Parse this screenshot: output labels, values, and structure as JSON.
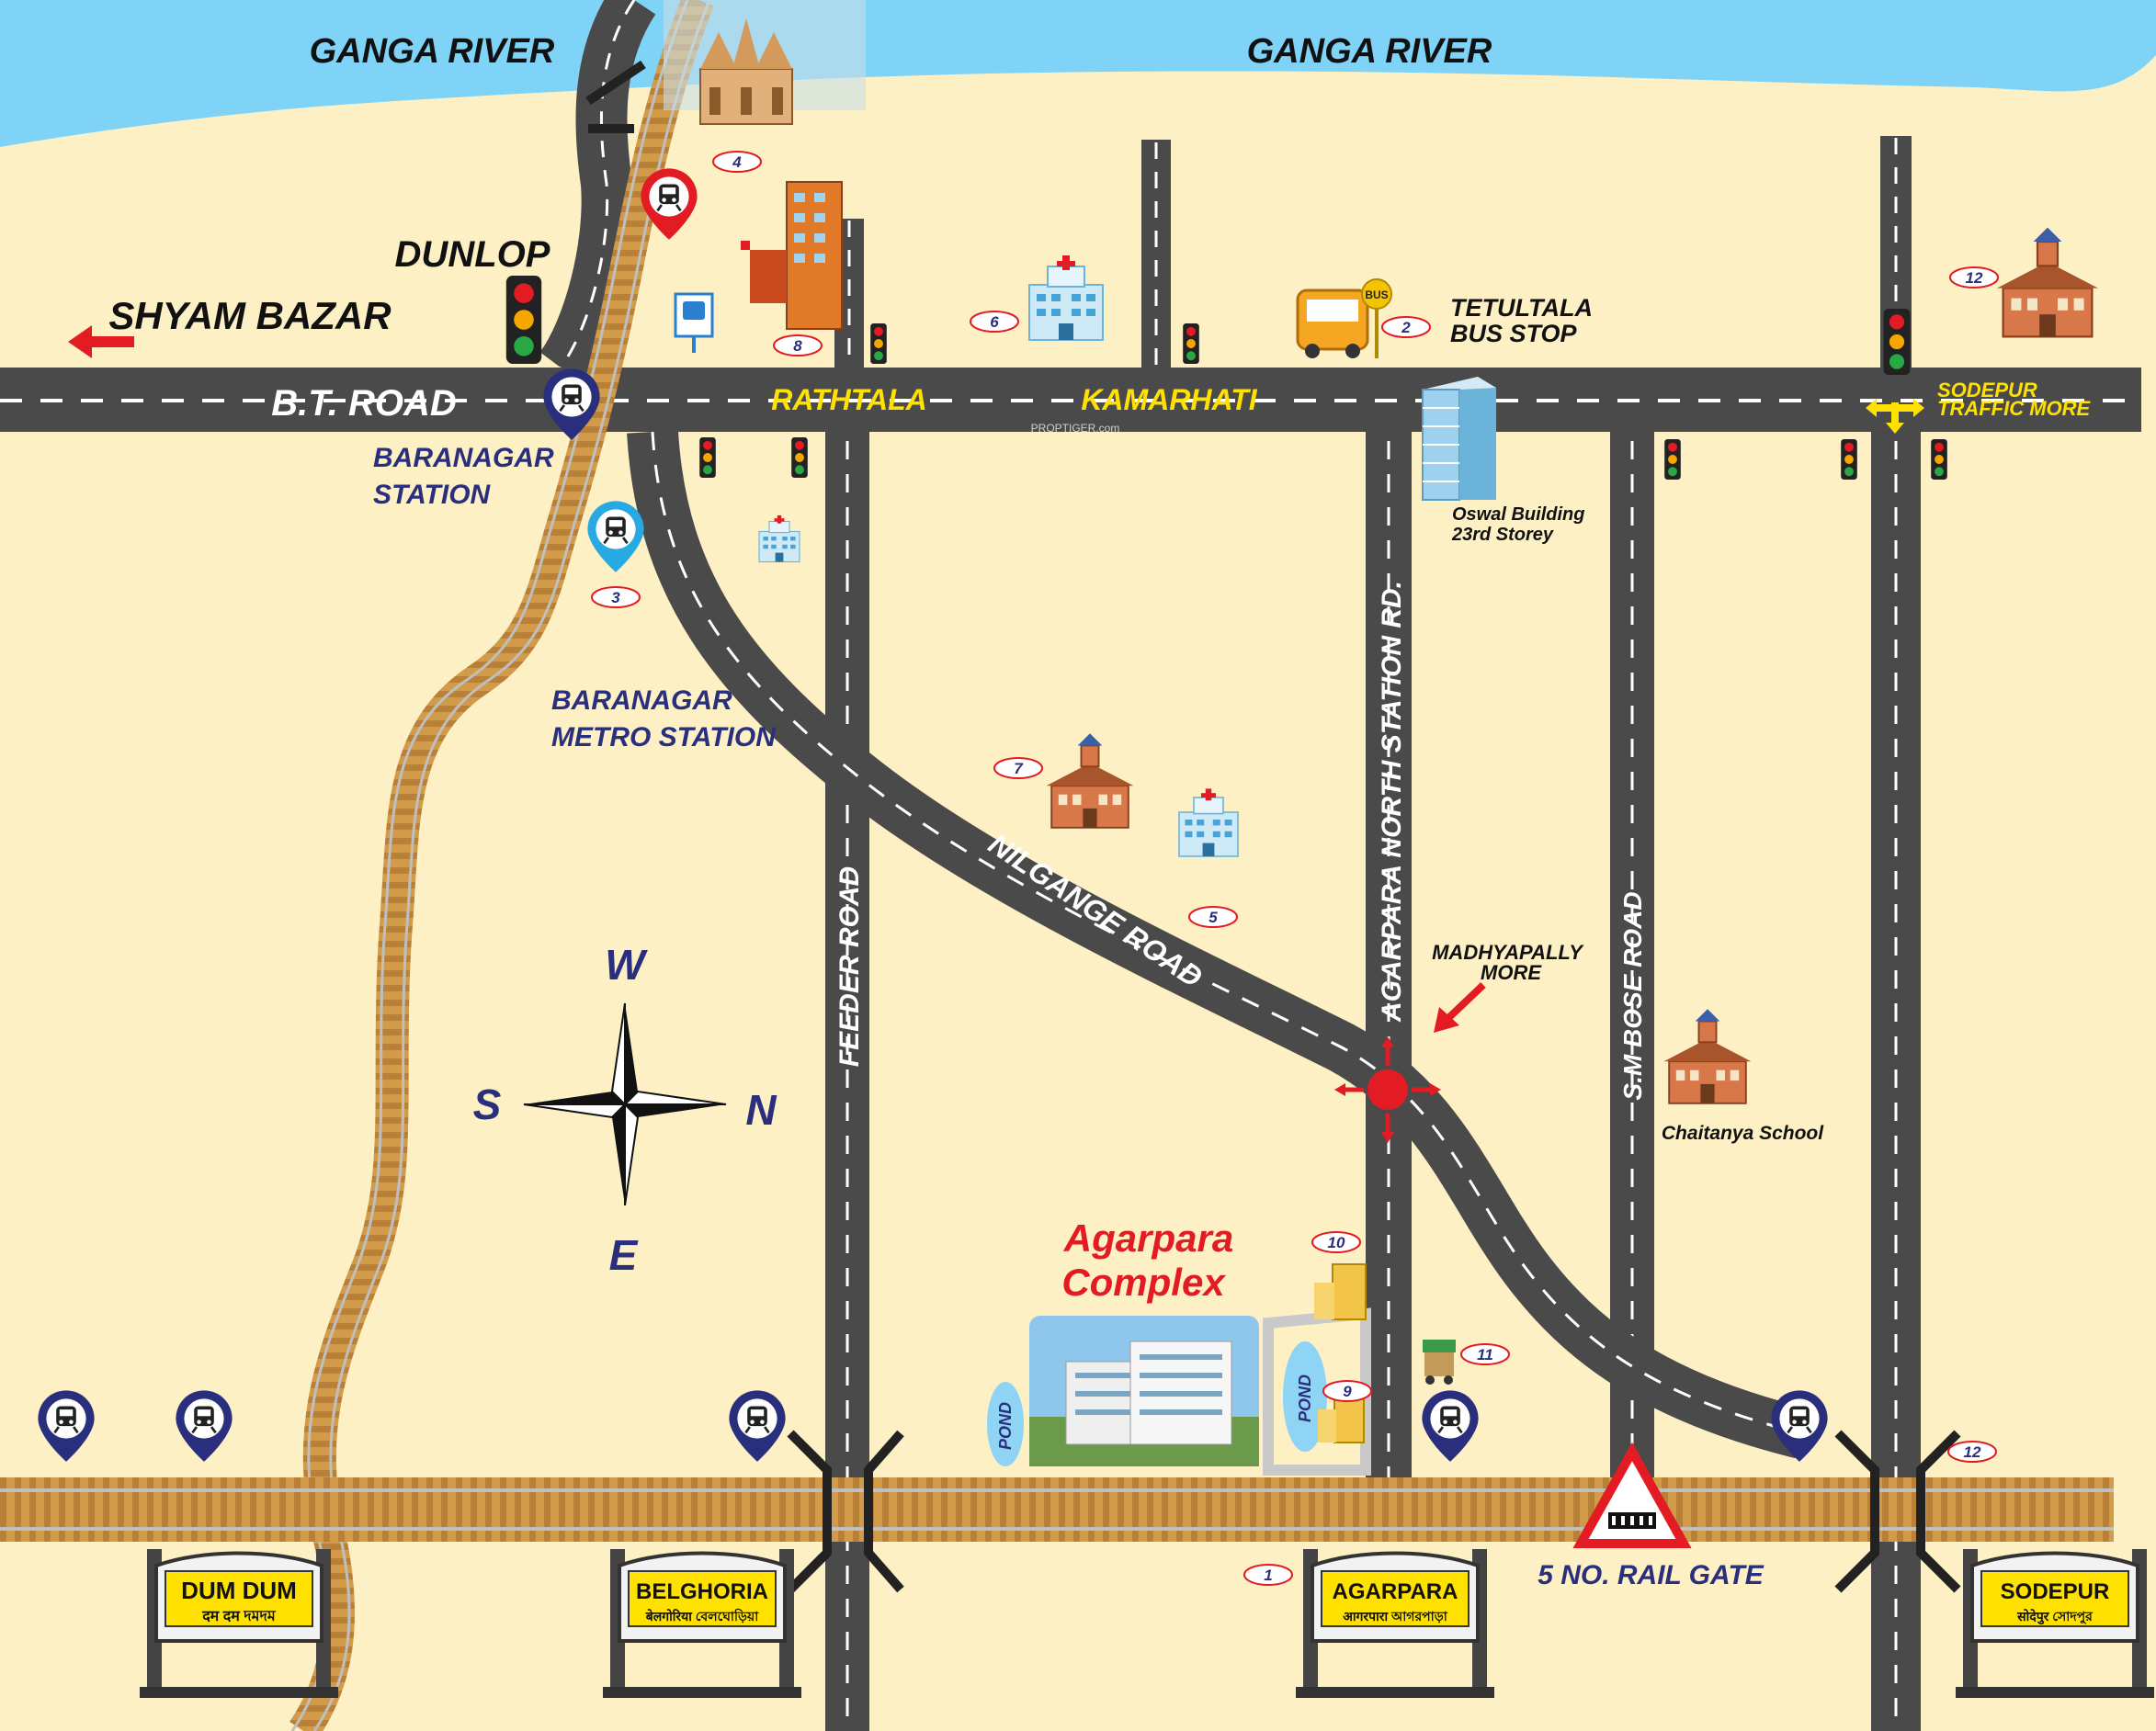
{
  "river_labels": [
    "GANGA RIVER",
    "GANGA RIVER"
  ],
  "places": {
    "dunlop": "DUNLOP",
    "shyam_bazar": "SHYAM BAZAR",
    "bt_road": "B.T. ROAD",
    "rathtala": "RATHTALA",
    "kamarhati": "KAMARHATI",
    "sodepur_more_line1": "SODEPUR",
    "sodepur_more_line2": "TRAFFIC MORE",
    "tetultala_line1": "TETULTALA",
    "tetultala_line2": "BUS STOP",
    "baranagar_station_line1": "BARANAGAR",
    "baranagar_station_line2": "STATION",
    "baranagar_metro_line1": "BARANAGAR",
    "baranagar_metro_line2": "METRO STATION",
    "oswal_line1": "Oswal Building",
    "oswal_line2": "23rd Storey",
    "nilgange_road": "NILGANGE ROAD",
    "feeder_road": "FEEDER ROAD",
    "agarpara_north_station_rd": "AGARPARA NORTH STATION RD.",
    "sm_bose_road": "S.M BOSE ROAD",
    "madhyapally_line1": "MADHYAPALLY",
    "madhyapally_line2": "MORE",
    "chaitanya_school": "Chaitanya School",
    "rail_gate": "5 NO. RAIL GATE",
    "pond": "POND",
    "bus_sign": "BUS",
    "project_line1": "Agarpara",
    "project_line2": "Complex",
    "watermark": "PROPTIGER.com"
  },
  "compass": {
    "w": "W",
    "s": "S",
    "n": "N",
    "e": "E"
  },
  "stations": [
    {
      "name": "DUM DUM",
      "local": "दम दम   দমদম"
    },
    {
      "name": "BELGHORIA",
      "local": "बेलगोरिया  বেলঘোড়িয়া"
    },
    {
      "name": "AGARPARA",
      "local": "आगरपारा  আগরপাড়া"
    },
    {
      "name": "SODEPUR",
      "local": "सोदेपुर  সোদপুর"
    }
  ],
  "markers": [
    "1",
    "2",
    "3",
    "4",
    "5",
    "6",
    "7",
    "8",
    "9",
    "10",
    "11",
    "12",
    "12"
  ],
  "icons": [
    "metro-marker-icon",
    "traffic-light-icon",
    "hospital-icon",
    "school-icon",
    "bus-icon",
    "bus-stop-sign-icon",
    "temple-icon",
    "compass-icon",
    "rail-gate-warning-icon",
    "roundabout-icon",
    "arrow-icon"
  ],
  "colors": {
    "land": "#fdf0c4",
    "river": "#7ed3f7",
    "road": "#4a4a4a",
    "road_label": "#ffe100",
    "marker_navy": "#2a2f7d",
    "accent_red": "#e31b23",
    "metro_blue": "#29a9e1",
    "rail_ties": "#d29b4a"
  }
}
